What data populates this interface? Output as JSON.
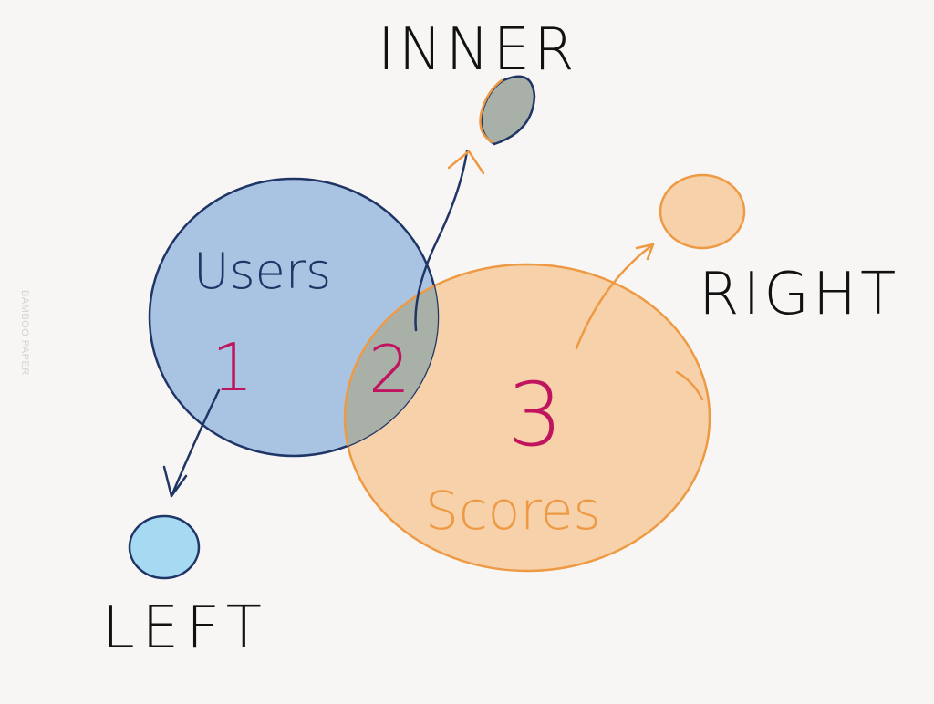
{
  "watermark": "BAMBOO PAPER",
  "colors": {
    "background": "#f7f6f4",
    "left_fill": "#a9c4e2",
    "left_stroke": "#1f3566",
    "right_fill": "#f7d1a9",
    "right_stroke": "#ee9a45",
    "intersection_fill": "#a8b0a8",
    "number_color": "#c0145f",
    "small_left_fill": "#a6daf2",
    "label_ink": "#111111"
  },
  "labels": {
    "users": "Users",
    "scores": "Scores",
    "region_left": "1",
    "region_inner": "2",
    "region_right": "3",
    "left": "LEFT",
    "inner": "INNER",
    "right": "RIGHT"
  }
}
